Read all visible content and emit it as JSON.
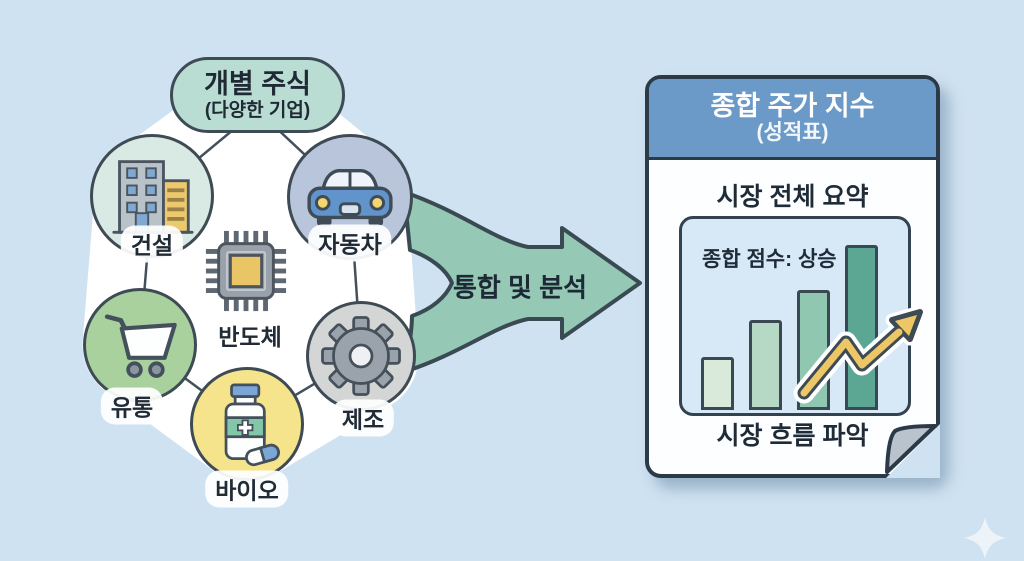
{
  "scene": {
    "title_bubble": {
      "title": "개별 주식",
      "subtitle": "(다양한 기업)"
    },
    "sectors": [
      {
        "label": "건설",
        "icon": "building-icon"
      },
      {
        "label": "자동차",
        "icon": "car-icon"
      },
      {
        "label": "유통",
        "icon": "cart-icon"
      },
      {
        "label": "바이오",
        "icon": "medicine-bottle-icon"
      },
      {
        "label": "제조",
        "icon": "gear-icon"
      },
      {
        "label": "반도체",
        "icon": "chip-icon"
      }
    ],
    "flow_arrow": {
      "label": "통합 및 분석"
    },
    "report_card": {
      "title": "종합 주가 지수",
      "subtitle": "(성적표)",
      "section_title": "시장 전체 요약",
      "chart_caption": "종합 점수: 상승",
      "footer": "시장 흐름 파악"
    },
    "colors": {
      "background": "#cfe2f1",
      "flow_arrow_fill": "#95c8b5",
      "outline": "#3e4b55",
      "card_header": "#6b99c8",
      "chart_box": "#d7e9f6",
      "trend_arrow_gold": "#edc666",
      "circle_construction": "#d9e9e3",
      "circle_car": "#b9c5db",
      "circle_retail": "#a8d19d",
      "circle_bio": "#f6e48d",
      "circle_manufacturing": "#d3d6d5",
      "title_bubble_fill": "#b9dcd3"
    }
  },
  "chart_data": {
    "type": "bar",
    "title": "종합 점수: 상승",
    "categories": [
      "1",
      "2",
      "3",
      "4"
    ],
    "values": [
      53,
      90,
      120,
      165
    ],
    "bar_colors": [
      "#d9e9da",
      "#b5d9c5",
      "#90c7b1",
      "#5ca794"
    ],
    "annotation": "upward-trend-arrow",
    "xlabel": "",
    "ylabel": "",
    "grid": false,
    "legend": false
  }
}
